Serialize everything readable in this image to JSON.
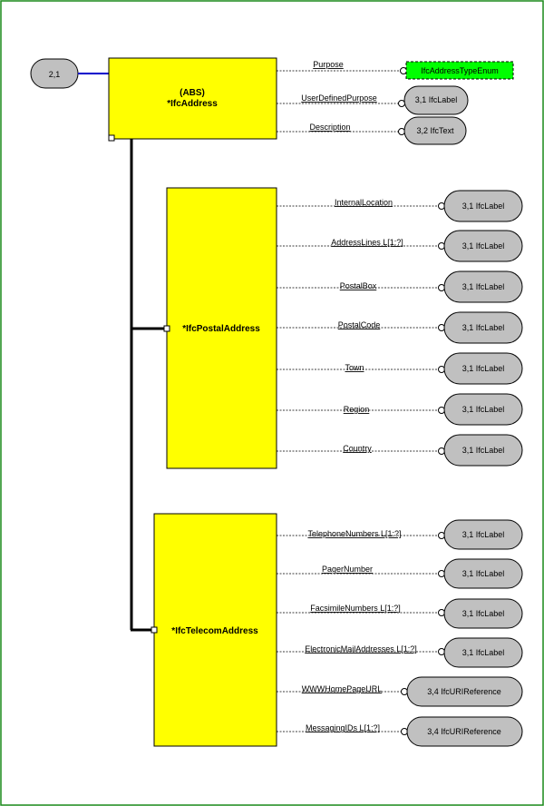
{
  "page_ref": "2,1",
  "abs_entity": {
    "line1": "(ABS)",
    "line2": "*IfcAddress"
  },
  "postal_entity": {
    "label": "*IfcPostalAddress"
  },
  "telecom_entity": {
    "label": "*IfcTelecomAddress"
  },
  "abs_attrs": [
    {
      "name": "Purpose",
      "ref": "IfcAddressTypeEnum",
      "kind": "enum"
    },
    {
      "name": "UserDefinedPurpose",
      "ref": "3,1 IfcLabel",
      "kind": "ref"
    },
    {
      "name": "Description",
      "ref": "3,2 IfcText",
      "kind": "ref"
    }
  ],
  "postal_attrs": [
    {
      "name": "InternalLocation",
      "ref": "3,1 IfcLabel"
    },
    {
      "name": "AddressLines L[1:?]",
      "ref": "3,1 IfcLabel"
    },
    {
      "name": "PostalBox",
      "ref": "3,1 IfcLabel"
    },
    {
      "name": "PostalCode",
      "ref": "3,1 IfcLabel"
    },
    {
      "name": "Town",
      "ref": "3,1 IfcLabel"
    },
    {
      "name": "Region",
      "ref": "3,1 IfcLabel"
    },
    {
      "name": "Country",
      "ref": "3,1 IfcLabel"
    }
  ],
  "telecom_attrs": [
    {
      "name": "TelephoneNumbers L[1:?]",
      "ref": "3,1 IfcLabel"
    },
    {
      "name": "PagerNumber",
      "ref": "3,1 IfcLabel"
    },
    {
      "name": "FacsimileNumbers L[1:?]",
      "ref": "3,1 IfcLabel"
    },
    {
      "name": "ElectronicMailAddresses L[1:?]",
      "ref": "3,1 IfcLabel"
    },
    {
      "name": "WWWHomePageURL",
      "ref": "3,4 IfcURIReference"
    },
    {
      "name": "MessagingIDs L[1:?]",
      "ref": "3,4 IfcURIReference"
    }
  ]
}
